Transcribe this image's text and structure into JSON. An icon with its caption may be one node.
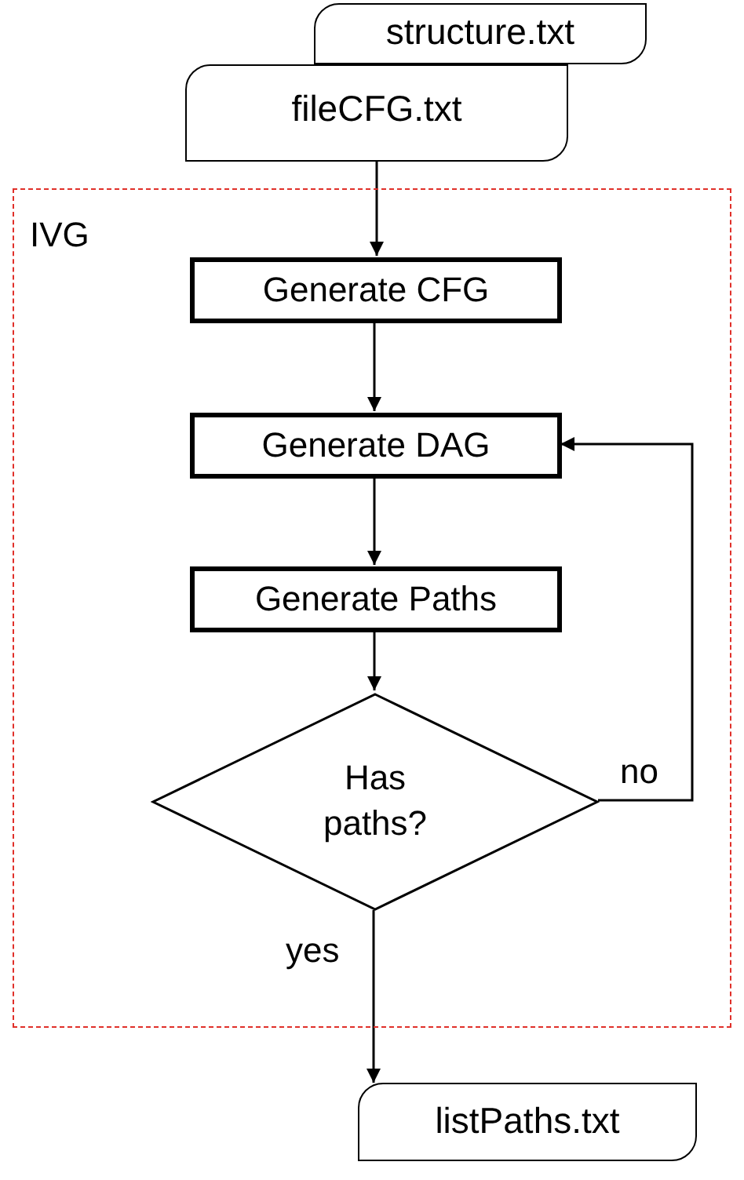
{
  "diagram": {
    "nodes": [
      {
        "text": [
          "structure.txt"
        ]
      },
      {
        "text": [
          "fileCFG.txt"
        ]
      },
      {
        "text": [
          "IVG"
        ]
      },
      {
        "text": [
          "Generate CFG"
        ],
        "in": 2
      },
      {
        "text": [
          "Generate DAG"
        ],
        "in": 2
      },
      {
        "text": [
          "Generate Paths"
        ],
        "in": 2
      },
      {
        "text": [
          "Has paths?"
        ],
        "in": 2
      },
      {
        "text": [
          "listPaths.txt"
        ]
      }
    ],
    "edges": [
      {
        "from": 1,
        "to": 3,
        "arrow": "to"
      },
      {
        "from": 3,
        "to": 4,
        "arrow": "to"
      },
      {
        "from": 4,
        "to": 5,
        "arrow": "to"
      },
      {
        "from": 5,
        "to": 6,
        "arrow": "to"
      },
      {
        "from": 6,
        "to": 4,
        "arrow": "to",
        "label": "no"
      },
      {
        "from": 6,
        "to": 7,
        "arrow": "to",
        "label": "yes"
      }
    ]
  }
}
